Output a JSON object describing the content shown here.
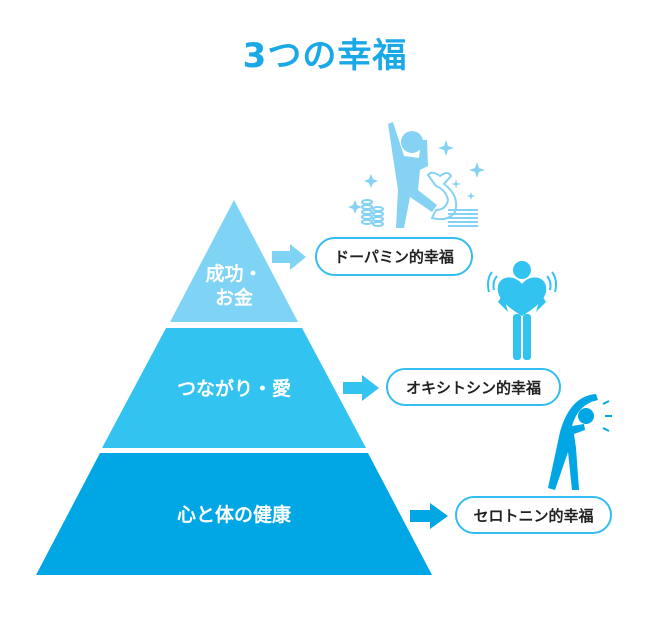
{
  "title": "3つの幸福",
  "colors": {
    "accent": "#1aa9e6",
    "top": "#7fd3f4",
    "middle": "#33c3f0",
    "bottom": "#00a7e4",
    "pill_border": "#33bdf0"
  },
  "levels": [
    {
      "label_line1": "成功・",
      "label_line2": "お金",
      "happiness": "ドーパミン的幸福",
      "icon": "celebrating-person-money-icon"
    },
    {
      "label": "つながり・愛",
      "happiness": "オキシトシン的幸福",
      "icon": "person-holding-heart-icon"
    },
    {
      "label": "心と体の健康",
      "happiness": "セロトニン的幸福",
      "icon": "person-stretching-icon"
    }
  ]
}
